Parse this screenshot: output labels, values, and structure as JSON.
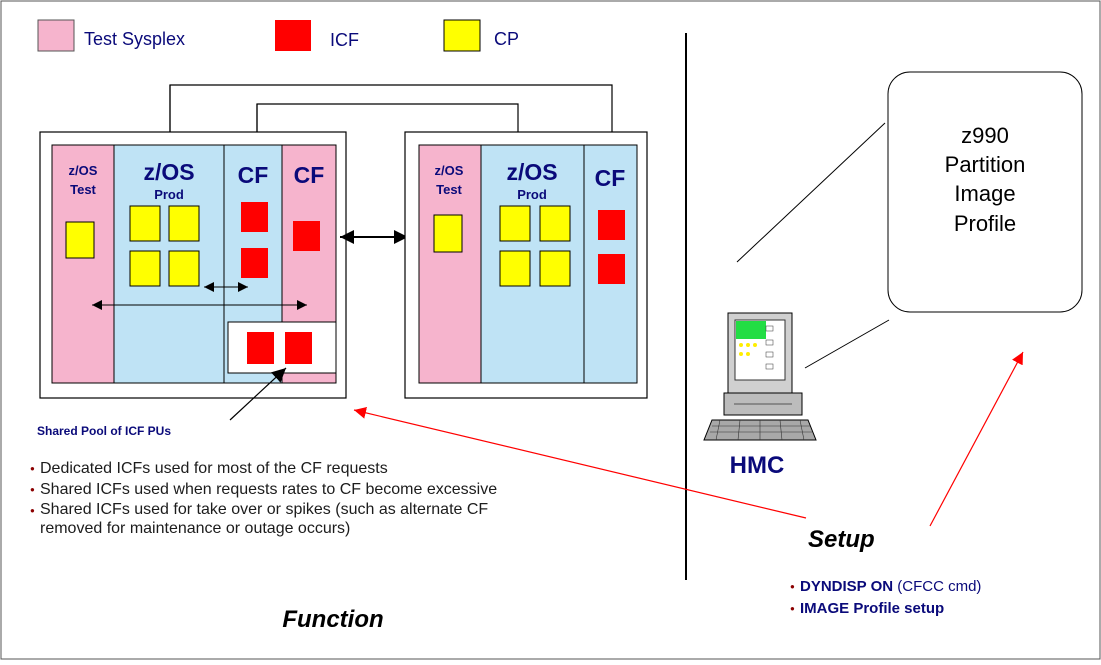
{
  "legend": [
    {
      "label": "Test Sysplex",
      "color": "#f6b4cd"
    },
    {
      "label": "ICF",
      "color": "#ff0000"
    },
    {
      "label": "CP",
      "color": "#ffff00"
    }
  ],
  "colors": {
    "test": "#f6b4cd",
    "prod": "#bfe3f5",
    "icf": "#ff0000",
    "cp": "#ffff00",
    "navy": "#0a0a7a",
    "red_arrow": "#ff0000"
  },
  "left_cec": {
    "zos_test_title": "z/OS",
    "zos_test_sub": "Test",
    "zos_prod_title": "z/OS",
    "zos_prod_sub": "Prod",
    "cf_label": "CF",
    "cf_test_label": "CF"
  },
  "right_cec": {
    "zos_test_title": "z/OS",
    "zos_test_sub": "Test",
    "zos_prod_title": "z/OS",
    "zos_prod_sub": "Prod",
    "cf_label": "CF"
  },
  "shared_pool_label": "Shared Pool of ICF PUs",
  "function_bullets": [
    "Dedicated ICFs used for most of the CF requests",
    "Shared ICFs used when requests rates to CF become excessive",
    "Shared ICFs used for take over or spikes (such as alternate CF",
    "removed for maintenance or outage occurs)"
  ],
  "function_label": "Function",
  "profile_box": [
    "z990",
    "Partition",
    "Image",
    "Profile"
  ],
  "hmc_label": "HMC",
  "setup_label": "Setup",
  "setup_bullets": [
    {
      "bold": "DYNDISP ON",
      "normal": " (CFCC cmd)"
    },
    {
      "bold": "IMAGE Profile setup",
      "normal": ""
    }
  ]
}
